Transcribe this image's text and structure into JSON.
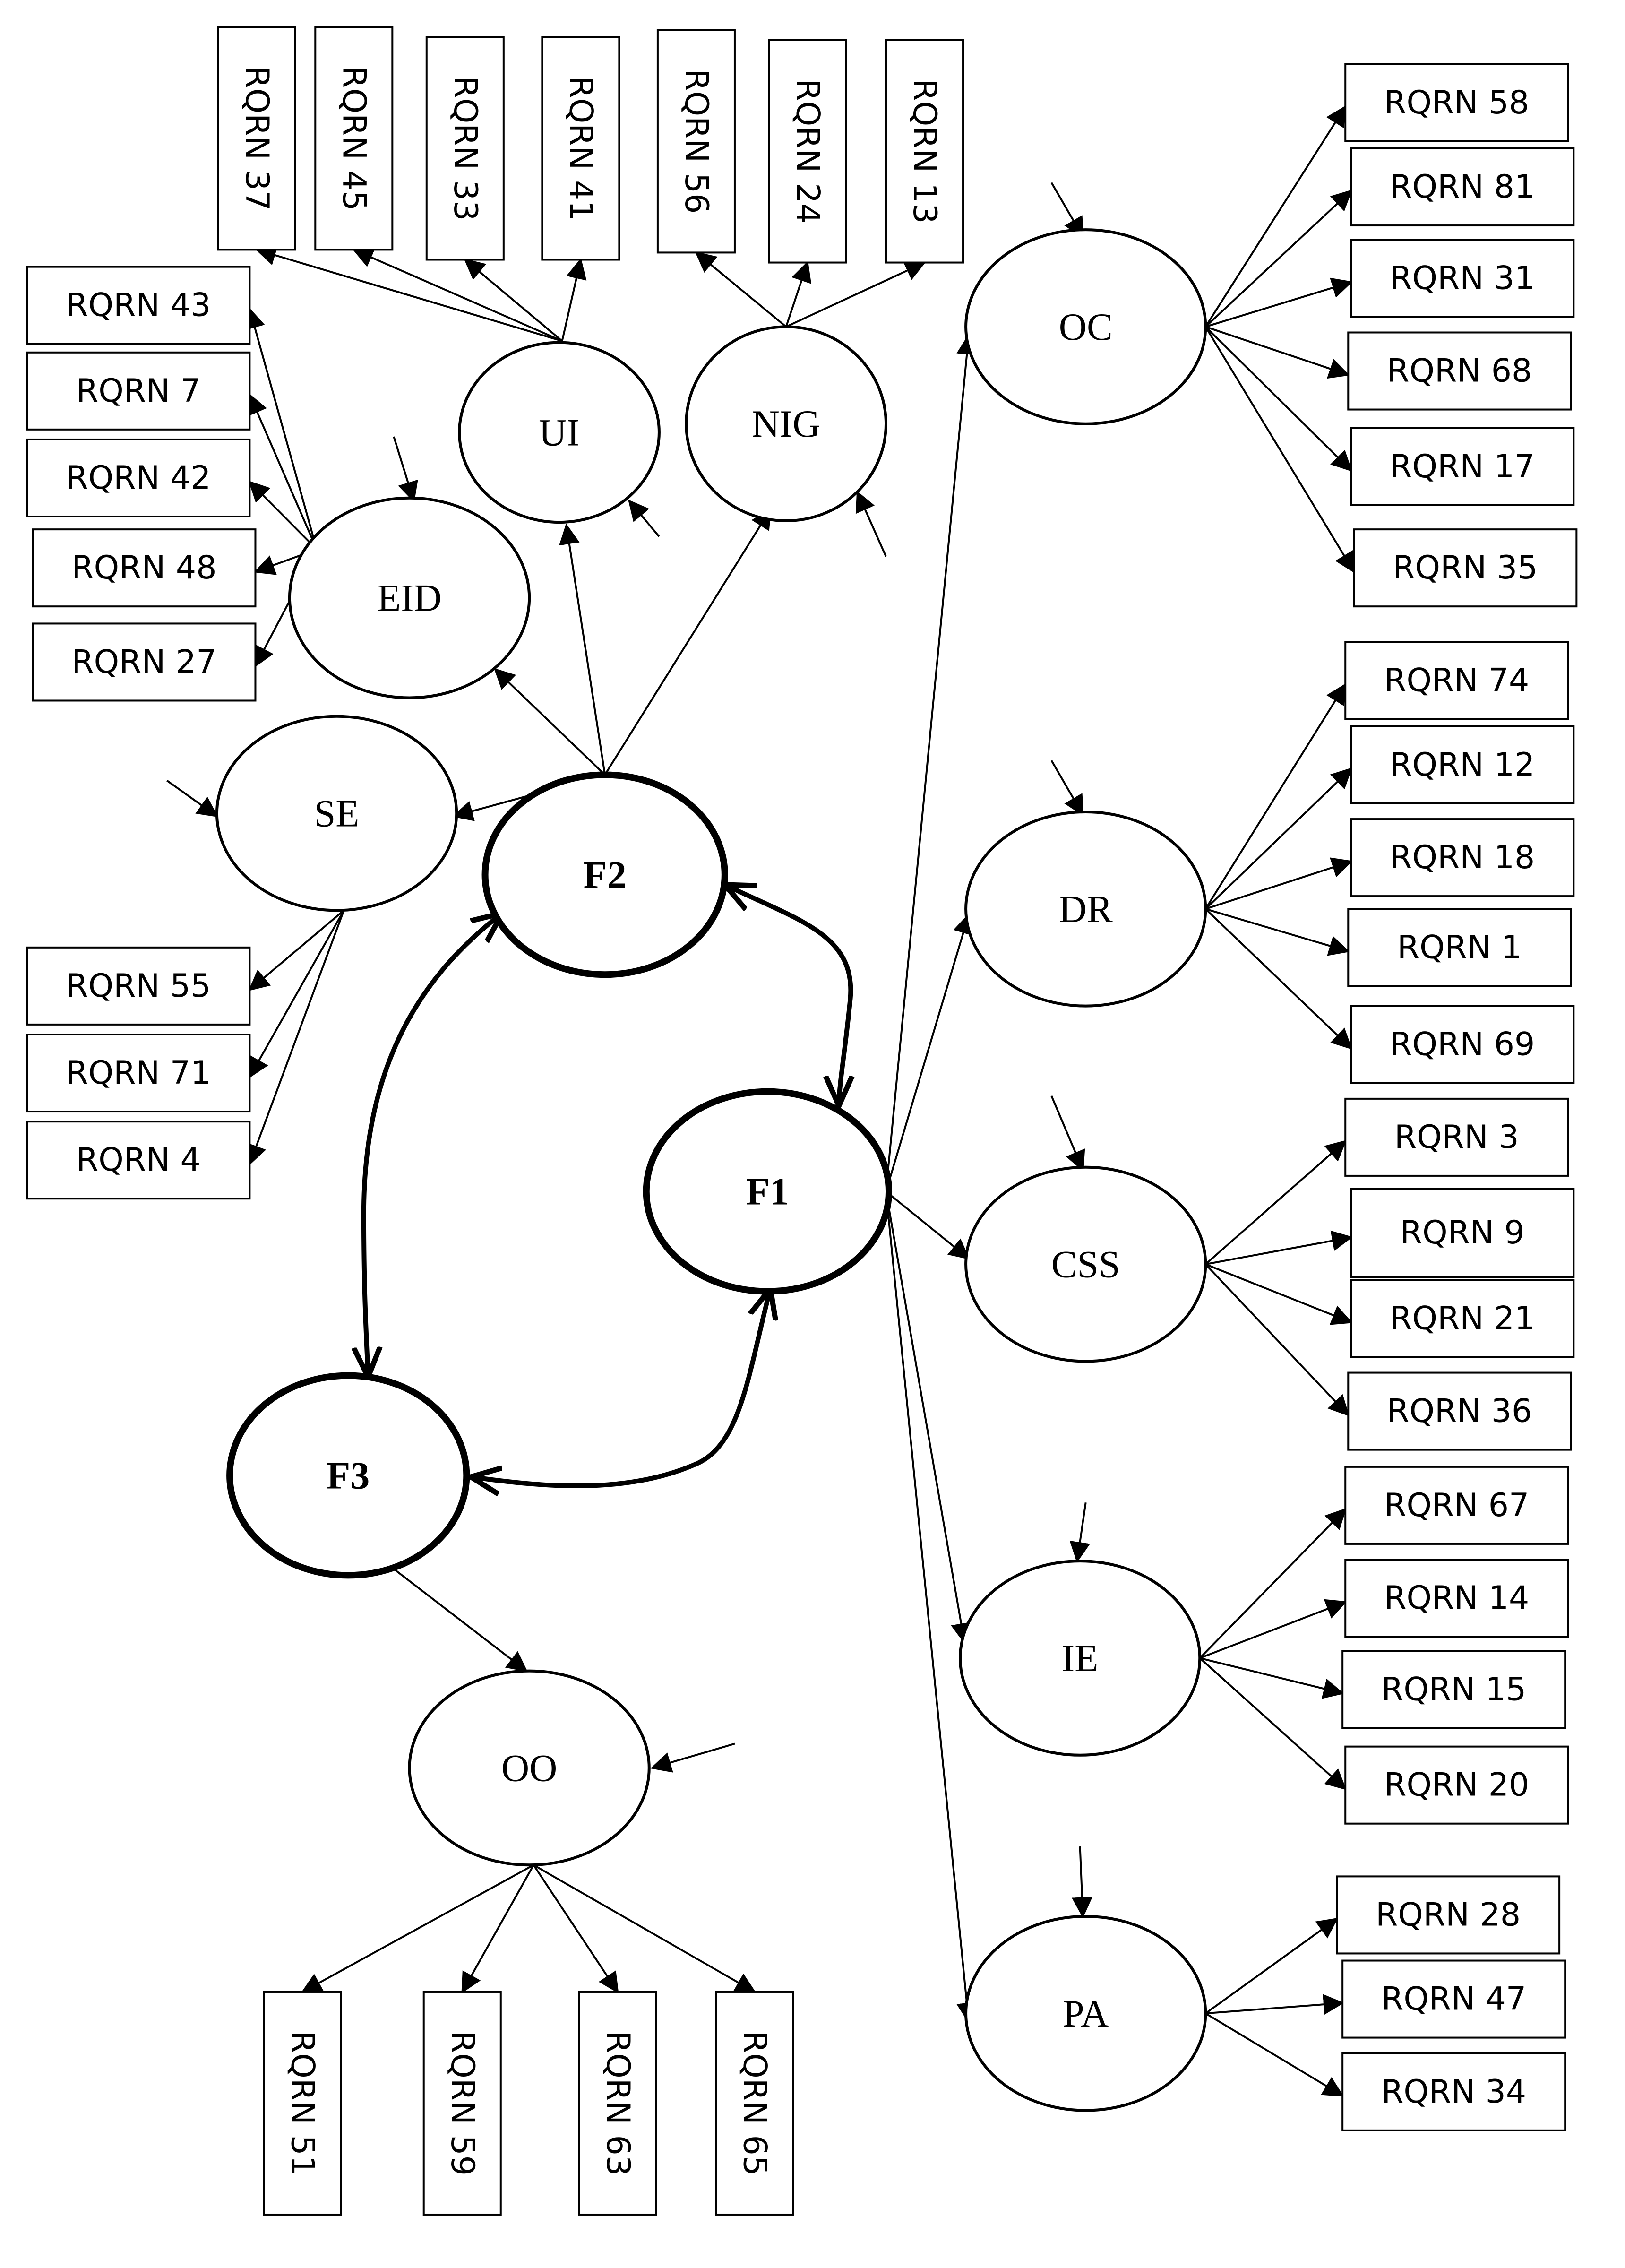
{
  "diagram": {
    "factors": [
      {
        "id": "F1",
        "label": "F1"
      },
      {
        "id": "F2",
        "label": "F2"
      },
      {
        "id": "F3",
        "label": "F3"
      }
    ],
    "latents": [
      {
        "id": "UI",
        "label": "UI"
      },
      {
        "id": "NIG",
        "label": "NIG"
      },
      {
        "id": "EID",
        "label": "EID"
      },
      {
        "id": "SE",
        "label": "SE"
      },
      {
        "id": "OO",
        "label": "OO"
      },
      {
        "id": "OC",
        "label": "OC"
      },
      {
        "id": "DR",
        "label": "DR"
      },
      {
        "id": "CSS",
        "label": "CSS"
      },
      {
        "id": "IE",
        "label": "IE"
      },
      {
        "id": "PA",
        "label": "PA"
      }
    ],
    "indicators": [
      {
        "id": "RQRN37",
        "label": "RQRN 37"
      },
      {
        "id": "RQRN45",
        "label": "RQRN 45"
      },
      {
        "id": "RQRN33",
        "label": "RQRN 33"
      },
      {
        "id": "RQRN41",
        "label": "RQRN 41"
      },
      {
        "id": "RQRN56",
        "label": "RQRN 56"
      },
      {
        "id": "RQRN24",
        "label": "RQRN 24"
      },
      {
        "id": "RQRN13",
        "label": "RQRN 13"
      },
      {
        "id": "RQRN43",
        "label": "RQRN 43"
      },
      {
        "id": "RQRN7",
        "label": "RQRN 7"
      },
      {
        "id": "RQRN42",
        "label": "RQRN 42"
      },
      {
        "id": "RQRN48",
        "label": "RQRN 48"
      },
      {
        "id": "RQRN27",
        "label": "RQRN 27"
      },
      {
        "id": "RQRN55",
        "label": "RQRN 55"
      },
      {
        "id": "RQRN71",
        "label": "RQRN 71"
      },
      {
        "id": "RQRN4",
        "label": "RQRN 4"
      },
      {
        "id": "RQRN51",
        "label": "RQRN 51"
      },
      {
        "id": "RQRN59",
        "label": "RQRN 59"
      },
      {
        "id": "RQRN63",
        "label": "RQRN 63"
      },
      {
        "id": "RQRN65",
        "label": "RQRN 65"
      },
      {
        "id": "RQRN58",
        "label": "RQRN 58"
      },
      {
        "id": "RQRN81",
        "label": "RQRN 81"
      },
      {
        "id": "RQRN31",
        "label": "RQRN 31"
      },
      {
        "id": "RQRN68",
        "label": "RQRN 68"
      },
      {
        "id": "RQRN17",
        "label": "RQRN 17"
      },
      {
        "id": "RQRN35",
        "label": "RQRN 35"
      },
      {
        "id": "RQRN74",
        "label": "RQRN 74"
      },
      {
        "id": "RQRN12",
        "label": "RQRN 12"
      },
      {
        "id": "RQRN18",
        "label": "RQRN 18"
      },
      {
        "id": "RQRN1",
        "label": "RQRN 1"
      },
      {
        "id": "RQRN69",
        "label": "RQRN 69"
      },
      {
        "id": "RQRN3",
        "label": "RQRN 3"
      },
      {
        "id": "RQRN9",
        "label": "RQRN 9"
      },
      {
        "id": "RQRN21",
        "label": "RQRN 21"
      },
      {
        "id": "RQRN36",
        "label": "RQRN 36"
      },
      {
        "id": "RQRN67",
        "label": "RQRN 67"
      },
      {
        "id": "RQRN14",
        "label": "RQRN 14"
      },
      {
        "id": "RQRN15",
        "label": "RQRN 15"
      },
      {
        "id": "RQRN20",
        "label": "RQRN 20"
      },
      {
        "id": "RQRN28",
        "label": "RQRN 28"
      },
      {
        "id": "RQRN47",
        "label": "RQRN 47"
      },
      {
        "id": "RQRN34",
        "label": "RQRN 34"
      }
    ],
    "loadings": [
      {
        "from": "F2",
        "to": "UI"
      },
      {
        "from": "F2",
        "to": "NIG"
      },
      {
        "from": "F2",
        "to": "EID"
      },
      {
        "from": "F2",
        "to": "SE"
      },
      {
        "from": "F3",
        "to": "OO"
      },
      {
        "from": "F1",
        "to": "OC"
      },
      {
        "from": "F1",
        "to": "DR"
      },
      {
        "from": "F1",
        "to": "CSS"
      },
      {
        "from": "F1",
        "to": "IE"
      },
      {
        "from": "F1",
        "to": "PA"
      },
      {
        "from": "UI",
        "to": "RQRN37"
      },
      {
        "from": "UI",
        "to": "RQRN45"
      },
      {
        "from": "UI",
        "to": "RQRN33"
      },
      {
        "from": "UI",
        "to": "RQRN41"
      },
      {
        "from": "NIG",
        "to": "RQRN56"
      },
      {
        "from": "NIG",
        "to": "RQRN24"
      },
      {
        "from": "NIG",
        "to": "RQRN13"
      },
      {
        "from": "EID",
        "to": "RQRN43"
      },
      {
        "from": "EID",
        "to": "RQRN7"
      },
      {
        "from": "EID",
        "to": "RQRN42"
      },
      {
        "from": "EID",
        "to": "RQRN48"
      },
      {
        "from": "EID",
        "to": "RQRN27"
      },
      {
        "from": "SE",
        "to": "RQRN55"
      },
      {
        "from": "SE",
        "to": "RQRN71"
      },
      {
        "from": "SE",
        "to": "RQRN4"
      },
      {
        "from": "OO",
        "to": "RQRN51"
      },
      {
        "from": "OO",
        "to": "RQRN59"
      },
      {
        "from": "OO",
        "to": "RQRN63"
      },
      {
        "from": "OO",
        "to": "RQRN65"
      },
      {
        "from": "OC",
        "to": "RQRN58"
      },
      {
        "from": "OC",
        "to": "RQRN81"
      },
      {
        "from": "OC",
        "to": "RQRN31"
      },
      {
        "from": "OC",
        "to": "RQRN68"
      },
      {
        "from": "OC",
        "to": "RQRN17"
      },
      {
        "from": "OC",
        "to": "RQRN35"
      },
      {
        "from": "DR",
        "to": "RQRN74"
      },
      {
        "from": "DR",
        "to": "RQRN12"
      },
      {
        "from": "DR",
        "to": "RQRN18"
      },
      {
        "from": "DR",
        "to": "RQRN1"
      },
      {
        "from": "DR",
        "to": "RQRN69"
      },
      {
        "from": "CSS",
        "to": "RQRN3"
      },
      {
        "from": "CSS",
        "to": "RQRN9"
      },
      {
        "from": "CSS",
        "to": "RQRN21"
      },
      {
        "from": "CSS",
        "to": "RQRN36"
      },
      {
        "from": "IE",
        "to": "RQRN67"
      },
      {
        "from": "IE",
        "to": "RQRN14"
      },
      {
        "from": "IE",
        "to": "RQRN15"
      },
      {
        "from": "IE",
        "to": "RQRN20"
      },
      {
        "from": "PA",
        "to": "RQRN28"
      },
      {
        "from": "PA",
        "to": "RQRN47"
      },
      {
        "from": "PA",
        "to": "RQRN34"
      }
    ],
    "correlations": [
      {
        "a": "F1",
        "b": "F2"
      },
      {
        "a": "F2",
        "b": "F3"
      },
      {
        "a": "F1",
        "b": "F3"
      }
    ],
    "error_terms": [
      "UI",
      "NIG",
      "EID",
      "SE",
      "OO",
      "OC",
      "DR",
      "CSS",
      "IE",
      "PA"
    ]
  }
}
